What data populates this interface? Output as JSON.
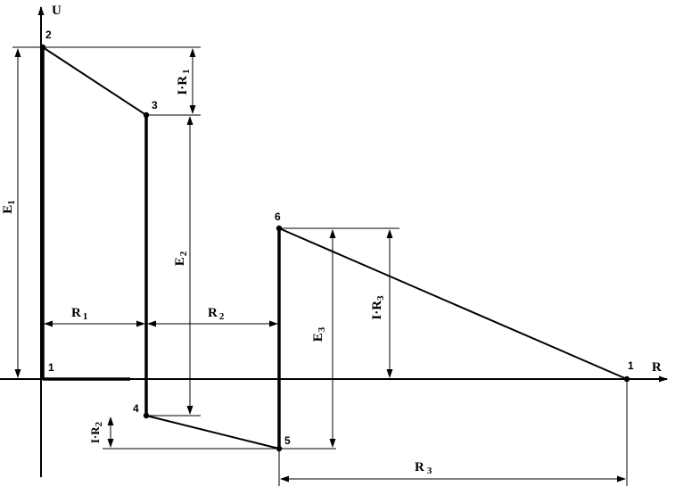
{
  "axes": {
    "y_label": "U",
    "x_label": "R"
  },
  "points": [
    "1",
    "2",
    "3",
    "4",
    "5",
    "6",
    "1"
  ],
  "dimensions": {
    "E1": {
      "main": "E",
      "sub": "1"
    },
    "IR1": {
      "main": "I·R",
      "sub": "1"
    },
    "E2": {
      "main": "E",
      "sub": "2"
    },
    "IR2": {
      "main": "I·R",
      "sub": "2"
    },
    "R1": {
      "main": "R",
      "sub": "1"
    },
    "R2": {
      "main": "R",
      "sub": "2"
    },
    "E3": {
      "main": "E",
      "sub": "3"
    },
    "IR3": {
      "main": "I·R",
      "sub": "3"
    },
    "R3": {
      "main": "R",
      "sub": "3"
    }
  }
}
